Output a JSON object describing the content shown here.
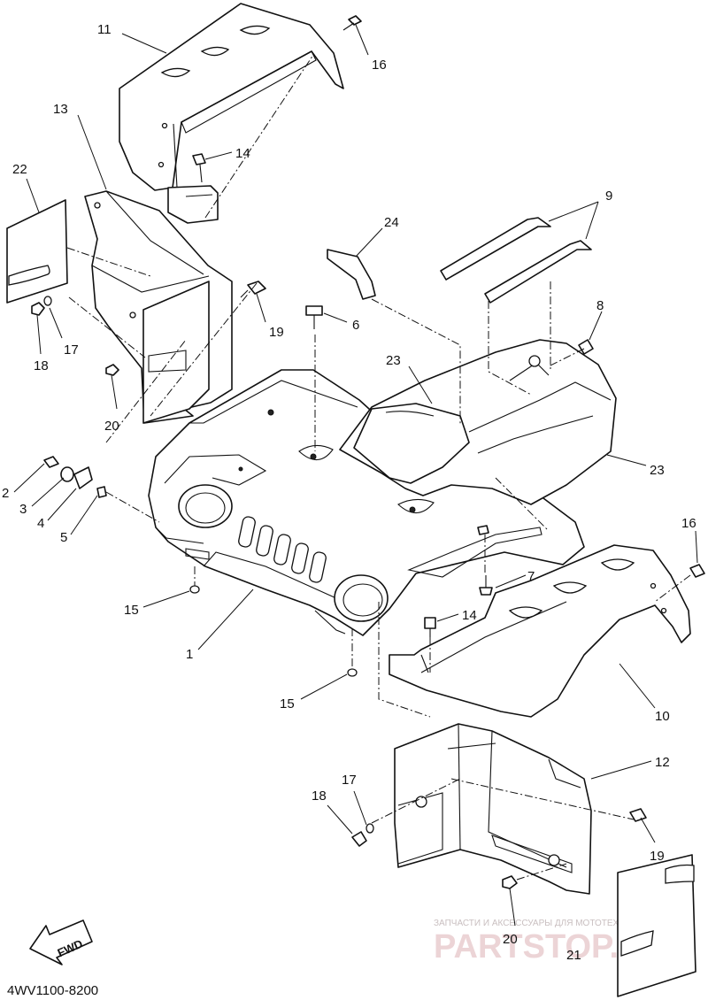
{
  "diagram": {
    "drawing_code": "4WV1100-8200",
    "fwd_label": "FWD",
    "watermark": {
      "caption": "ЗАПЧАСТИ И АКСЕССУАРЫ ДЛЯ МОТОТЕХНИКИ",
      "brand": "PARTSTOP.RU"
    },
    "callouts": [
      {
        "id": "c11",
        "text": "11"
      },
      {
        "id": "c16a",
        "text": "16"
      },
      {
        "id": "c13",
        "text": "13"
      },
      {
        "id": "c14a",
        "text": "14"
      },
      {
        "id": "c22",
        "text": "22"
      },
      {
        "id": "c17a",
        "text": "17"
      },
      {
        "id": "c18a",
        "text": "18"
      },
      {
        "id": "c19a",
        "text": "19"
      },
      {
        "id": "c20a",
        "text": "20"
      },
      {
        "id": "c6",
        "text": "6"
      },
      {
        "id": "c24",
        "text": "24"
      },
      {
        "id": "c9",
        "text": "9"
      },
      {
        "id": "c8",
        "text": "8"
      },
      {
        "id": "c23a",
        "text": "23"
      },
      {
        "id": "c23b",
        "text": "23"
      },
      {
        "id": "c2",
        "text": "2"
      },
      {
        "id": "c3",
        "text": "3"
      },
      {
        "id": "c4",
        "text": "4"
      },
      {
        "id": "c5",
        "text": "5"
      },
      {
        "id": "c15a",
        "text": "15"
      },
      {
        "id": "c1",
        "text": "1"
      },
      {
        "id": "c15b",
        "text": "15"
      },
      {
        "id": "c16b",
        "text": "16"
      },
      {
        "id": "c7",
        "text": "7"
      },
      {
        "id": "c14b",
        "text": "14"
      },
      {
        "id": "c10",
        "text": "10"
      },
      {
        "id": "c12",
        "text": "12"
      },
      {
        "id": "c17b",
        "text": "17"
      },
      {
        "id": "c18b",
        "text": "18"
      },
      {
        "id": "c19b",
        "text": "19"
      },
      {
        "id": "c20b",
        "text": "20"
      },
      {
        "id": "c21",
        "text": "21"
      }
    ]
  }
}
